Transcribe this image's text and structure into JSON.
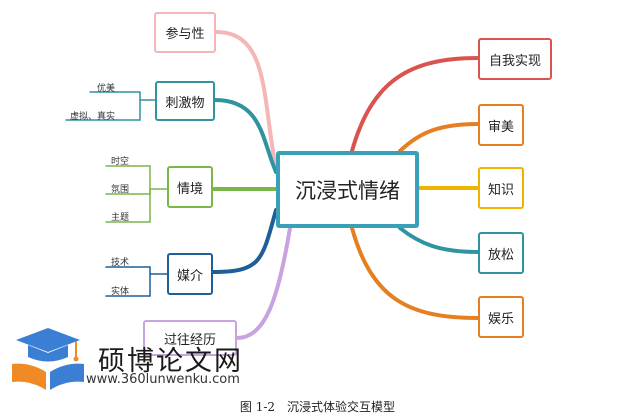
{
  "diagram": {
    "center": {
      "label": "沉浸式情绪",
      "color": "#3aa0b8"
    },
    "left_nodes": [
      {
        "id": "participation",
        "label": "参与性",
        "color": "#f4b6b6",
        "children": []
      },
      {
        "id": "stimulus",
        "label": "刺激物",
        "color": "#2f93a0",
        "children": [
          "优美",
          "虚拟、真实"
        ]
      },
      {
        "id": "context",
        "label": "情境",
        "color": "#7ab648",
        "children": [
          "时空",
          "氛围",
          "主题"
        ]
      },
      {
        "id": "medium",
        "label": "媒介",
        "color": "#1f5f99",
        "children": [
          "技术",
          "实体"
        ]
      },
      {
        "id": "past",
        "label": "过往经历",
        "color": "#c9a3e0",
        "children": []
      }
    ],
    "right_nodes": [
      {
        "id": "self-actualization",
        "label": "自我实现",
        "color": "#d9534f"
      },
      {
        "id": "aesthetics",
        "label": "审美",
        "color": "#e67e22"
      },
      {
        "id": "knowledge",
        "label": "知识",
        "color": "#f0b400"
      },
      {
        "id": "relaxation",
        "label": "放松",
        "color": "#2f93a0"
      },
      {
        "id": "entertainment",
        "label": "娱乐",
        "color": "#e67e22"
      }
    ]
  },
  "watermark": {
    "text": "硕博论文网",
    "url": "www.360lunwenku.com",
    "icon": "graduation-cap-book-icon",
    "colors": {
      "blue": "#3b7fd4",
      "orange": "#f08a24"
    }
  },
  "caption": "图 1-2　沉浸式体验交互模型"
}
